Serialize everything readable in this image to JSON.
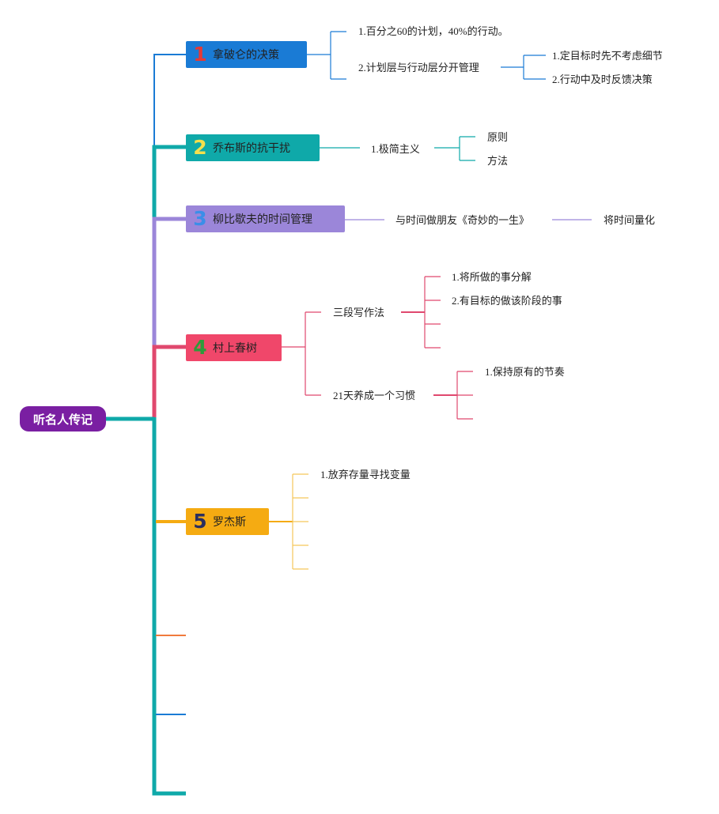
{
  "root": {
    "label": "听名人传记"
  },
  "colors": {
    "root": "#7a1fa2",
    "t1": "#1a7bd5",
    "t2": "#0fa9a9",
    "t3": "#9b86d9",
    "t4": "#f0476a",
    "t5": "#f5ab12",
    "n1": "#e53935",
    "n2": "#f4e04d",
    "n3": "#3b8ee8",
    "n4": "#2e9b3a",
    "n5": "#2b2f5e",
    "trunk": "#0fa9a9",
    "extra1": "#f07a3c",
    "extra2": "#1a7bd5"
  },
  "topics": [
    {
      "num": "1",
      "label": "拿破仑的决策",
      "children": [
        {
          "label": "1.百分之60的计划，40%的行动。"
        },
        {
          "label": "2.计划层与行动层分开管理",
          "children": [
            {
              "label": "1.定目标时先不考虑细节"
            },
            {
              "label": "2.行动中及时反馈决策"
            }
          ]
        }
      ]
    },
    {
      "num": "2",
      "label": "乔布斯的抗干扰",
      "children": [
        {
          "label": "1.极简主义",
          "children": [
            {
              "label": "原则"
            },
            {
              "label": "方法"
            }
          ]
        }
      ]
    },
    {
      "num": "3",
      "label": "柳比歇夫的时间管理",
      "children": [
        {
          "label": "与时间做朋友《奇妙的一生》",
          "children": [
            {
              "label": "将时间量化"
            }
          ]
        }
      ]
    },
    {
      "num": "4",
      "label": "村上春树",
      "children": [
        {
          "label": "三段写作法",
          "children": [
            {
              "label": "1.将所做的事分解"
            },
            {
              "label": "2.有目标的做该阶段的事"
            },
            {
              "label": ""
            },
            {
              "label": ""
            }
          ]
        },
        {
          "label": "21天养成一个习惯",
          "children": [
            {
              "label": "1.保持原有的节奏"
            },
            {
              "label": ""
            },
            {
              "label": ""
            }
          ]
        }
      ]
    },
    {
      "num": "5",
      "label": "罗杰斯",
      "children": [
        {
          "label": "1.放弃存量寻找变量"
        },
        {
          "label": ""
        },
        {
          "label": ""
        },
        {
          "label": ""
        },
        {
          "label": ""
        }
      ]
    }
  ]
}
